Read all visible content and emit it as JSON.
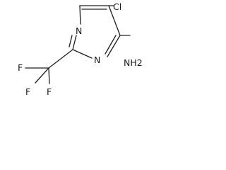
{
  "molecule": {
    "atom_labels": {
      "cl": "Cl",
      "n_top": "N",
      "n_bottom": "N",
      "nh2": "NH2",
      "f_left": "F",
      "f_bottom_left": "F",
      "f_bottom_right": "F"
    }
  }
}
